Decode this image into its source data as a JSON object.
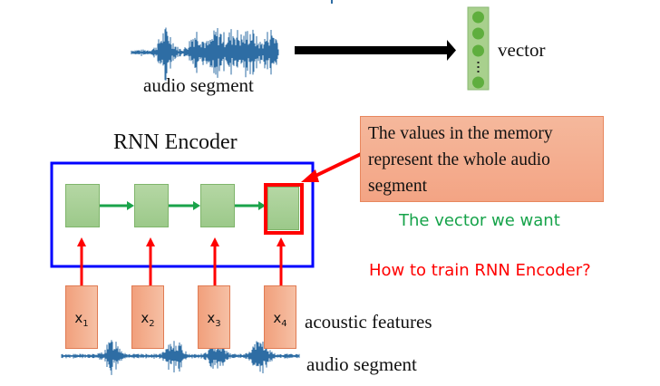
{
  "top": {
    "audio_label": "audio segment",
    "vector_label": "vector",
    "vector_ellipsis": "⋮"
  },
  "encoder": {
    "title": "RNN Encoder",
    "cells": 4
  },
  "callout": {
    "text_line1": "The values in the memory",
    "text_line2": "represent the whole audio",
    "text_line3": "segment"
  },
  "annotations": {
    "vector_we_want": "The vector we want",
    "question": "How to train RNN Encoder?"
  },
  "inputs": {
    "features": [
      {
        "base": "x",
        "sub": "1"
      },
      {
        "base": "x",
        "sub": "2"
      },
      {
        "base": "x",
        "sub": "3"
      },
      {
        "base": "x",
        "sub": "4"
      }
    ],
    "features_label": "acoustic features",
    "audio_label": "audio segment"
  },
  "colors": {
    "encoder_border": "#0000ff",
    "highlight": "#ff0000",
    "green_arrow": "#1aa34a",
    "green_text": "#16a34a",
    "waveform": "#2e6da4"
  }
}
